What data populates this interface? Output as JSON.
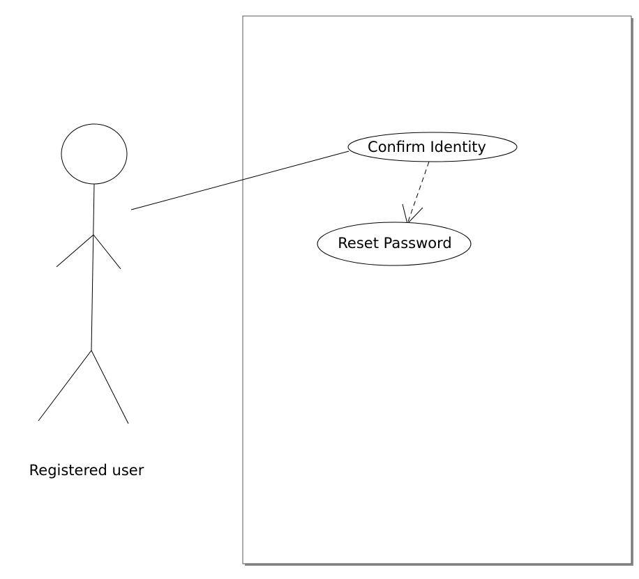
{
  "diagram": {
    "actor": {
      "label": "Registered user"
    },
    "use_cases": [
      {
        "label": "Confirm Identity"
      },
      {
        "label": "Reset Password"
      }
    ],
    "relations": [
      {
        "type": "association",
        "from": "Registered user",
        "to": "Confirm Identity"
      },
      {
        "type": "dependency",
        "from": "Confirm Identity",
        "to": "Reset Password"
      }
    ]
  }
}
